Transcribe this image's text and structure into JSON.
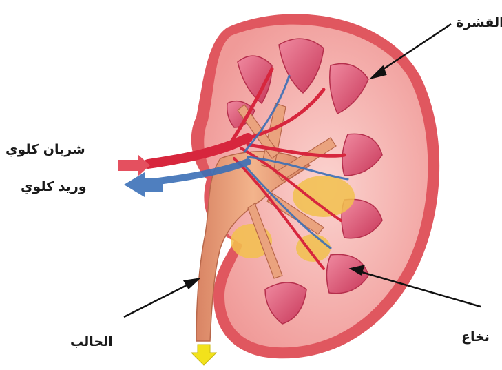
{
  "labels": {
    "cortex": "القشرة",
    "renal_artery": "شريان كلوي",
    "renal_vein": "وريد كلوي",
    "ureter": "الحالب",
    "medulla": "نخاع"
  },
  "colors": {
    "capsule": "#e0575f",
    "cortex": "#f4a9a6",
    "pyramid": "#e25f7a",
    "pelvis": "#e89a72",
    "artery": "#d7263d",
    "vein": "#3b6fb6",
    "fat": "#f2c14e",
    "ureter_arrow": "#f2e21b"
  }
}
